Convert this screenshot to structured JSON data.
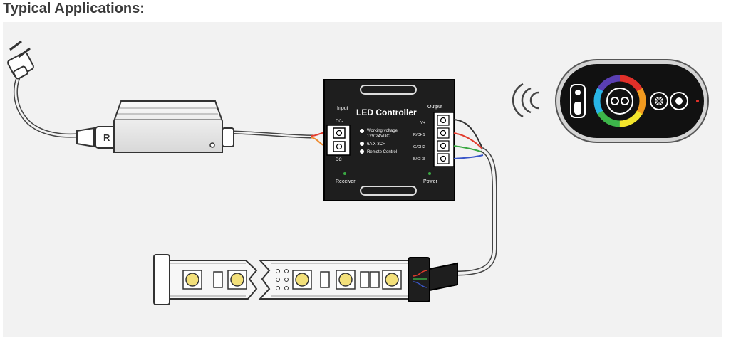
{
  "heading": "Typical Applications:",
  "controller": {
    "title": "LED Controller",
    "input_label": "Input",
    "output_label": "Output",
    "dc_neg": "DC-",
    "dc_pos": "DC+",
    "spec_lines": [
      "Working voltage:",
      "12V/24VDC",
      "6A X 3CH",
      "Remote Control"
    ],
    "outputs": [
      "V+",
      "R/CH1",
      "G/CH2",
      "B/CH3"
    ],
    "receiver_label": "Receiver",
    "power_label": "Power"
  },
  "wires": {
    "v_plus": "#333333",
    "red": "#e23b2c",
    "green": "#3aa843",
    "blue": "#3a56c8",
    "orange": "#ef8a2d"
  },
  "icons": [
    "power-plug-icon",
    "power-supply-icon",
    "led-controller-icon",
    "wireless-signal-icon",
    "touch-remote-icon",
    "led-strip-icon"
  ]
}
